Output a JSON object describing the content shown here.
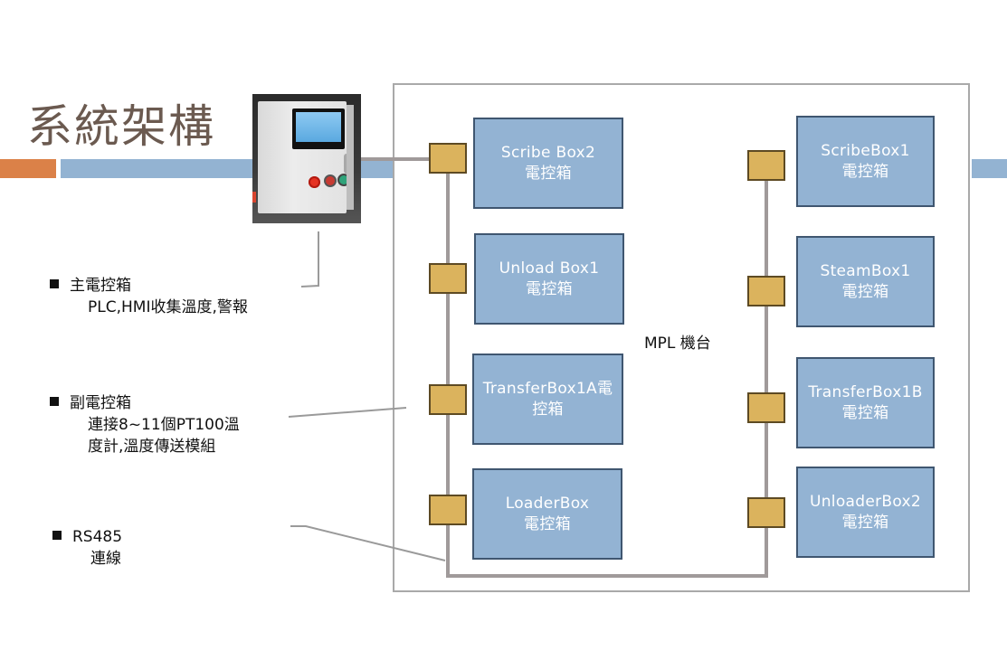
{
  "slide": {
    "title": "系統架構",
    "accent_colors": {
      "orange": "#db8148",
      "blue": "#93b3d2",
      "box_fill": "#93b3d3",
      "box_border": "#3f5670",
      "node_fill": "#dbb35d",
      "line": "#a09a9a"
    }
  },
  "photo": {
    "subject": "main-control-cabinet-with-hmi-touchscreen"
  },
  "bullets": [
    {
      "heading": "主電控箱",
      "lines": [
        "PLC,HMI收集溫度,警報"
      ]
    },
    {
      "heading": "副電控箱",
      "lines": [
        "連接8~11個PT100溫",
        "度計,溫度傳送模組"
      ]
    },
    {
      "heading": "RS485",
      "lines": [
        "連線"
      ]
    }
  ],
  "diagram": {
    "frame_label": "MPL 機台",
    "left_column": [
      {
        "line1": "Scribe Box2",
        "line2": "電控箱"
      },
      {
        "line1": "Unload Box1",
        "line2": "電控箱"
      },
      {
        "line1": "TransferBox1A電",
        "line2": "控箱"
      },
      {
        "line1": "LoaderBox",
        "line2": "電控箱"
      }
    ],
    "right_column": [
      {
        "line1": "ScribeBox1",
        "line2": "電控箱"
      },
      {
        "line1": "SteamBox1",
        "line2": "電控箱"
      },
      {
        "line1": "TransferBox1B",
        "line2": "電控箱"
      },
      {
        "line1": "UnloaderBox2",
        "line2": "電控箱"
      }
    ]
  }
}
